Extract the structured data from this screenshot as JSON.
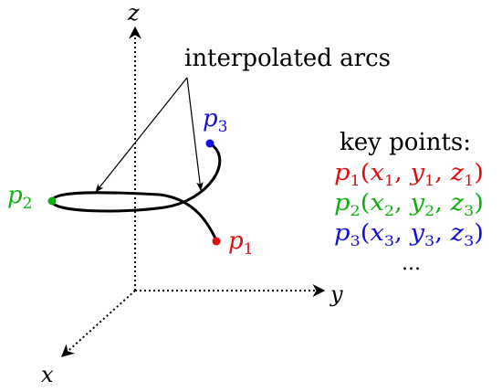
{
  "axes": {
    "z": "z",
    "y": "y",
    "x": "x"
  },
  "annotation": "interpolated arcs",
  "points": {
    "p1": {
      "label": "p",
      "sub": "1",
      "color": "#e01010"
    },
    "p2": {
      "label": "p",
      "sub": "2",
      "color": "#10b010"
    },
    "p3": {
      "label": "p",
      "sub": "3",
      "color": "#1010e0"
    }
  },
  "legend": {
    "title": "key points:",
    "rows": [
      {
        "color": "#e01010",
        "p": "p",
        "ps": "1",
        "a": "x",
        "as": "1",
        "b": "y",
        "bs": "1",
        "c": "z",
        "cs": "1"
      },
      {
        "color": "#10b010",
        "p": "p",
        "ps": "2",
        "a": "x",
        "as": "2",
        "b": "y",
        "bs": "2",
        "c": "z",
        "cs": "3"
      },
      {
        "color": "#1010e0",
        "p": "p",
        "ps": "3",
        "a": "x",
        "as": "3",
        "b": "y",
        "bs": "3",
        "c": "z",
        "cs": "3"
      }
    ],
    "ellipsis": "..."
  },
  "punct": {
    "open": "(",
    "close": ")",
    "sep": ",",
    "space": " "
  }
}
